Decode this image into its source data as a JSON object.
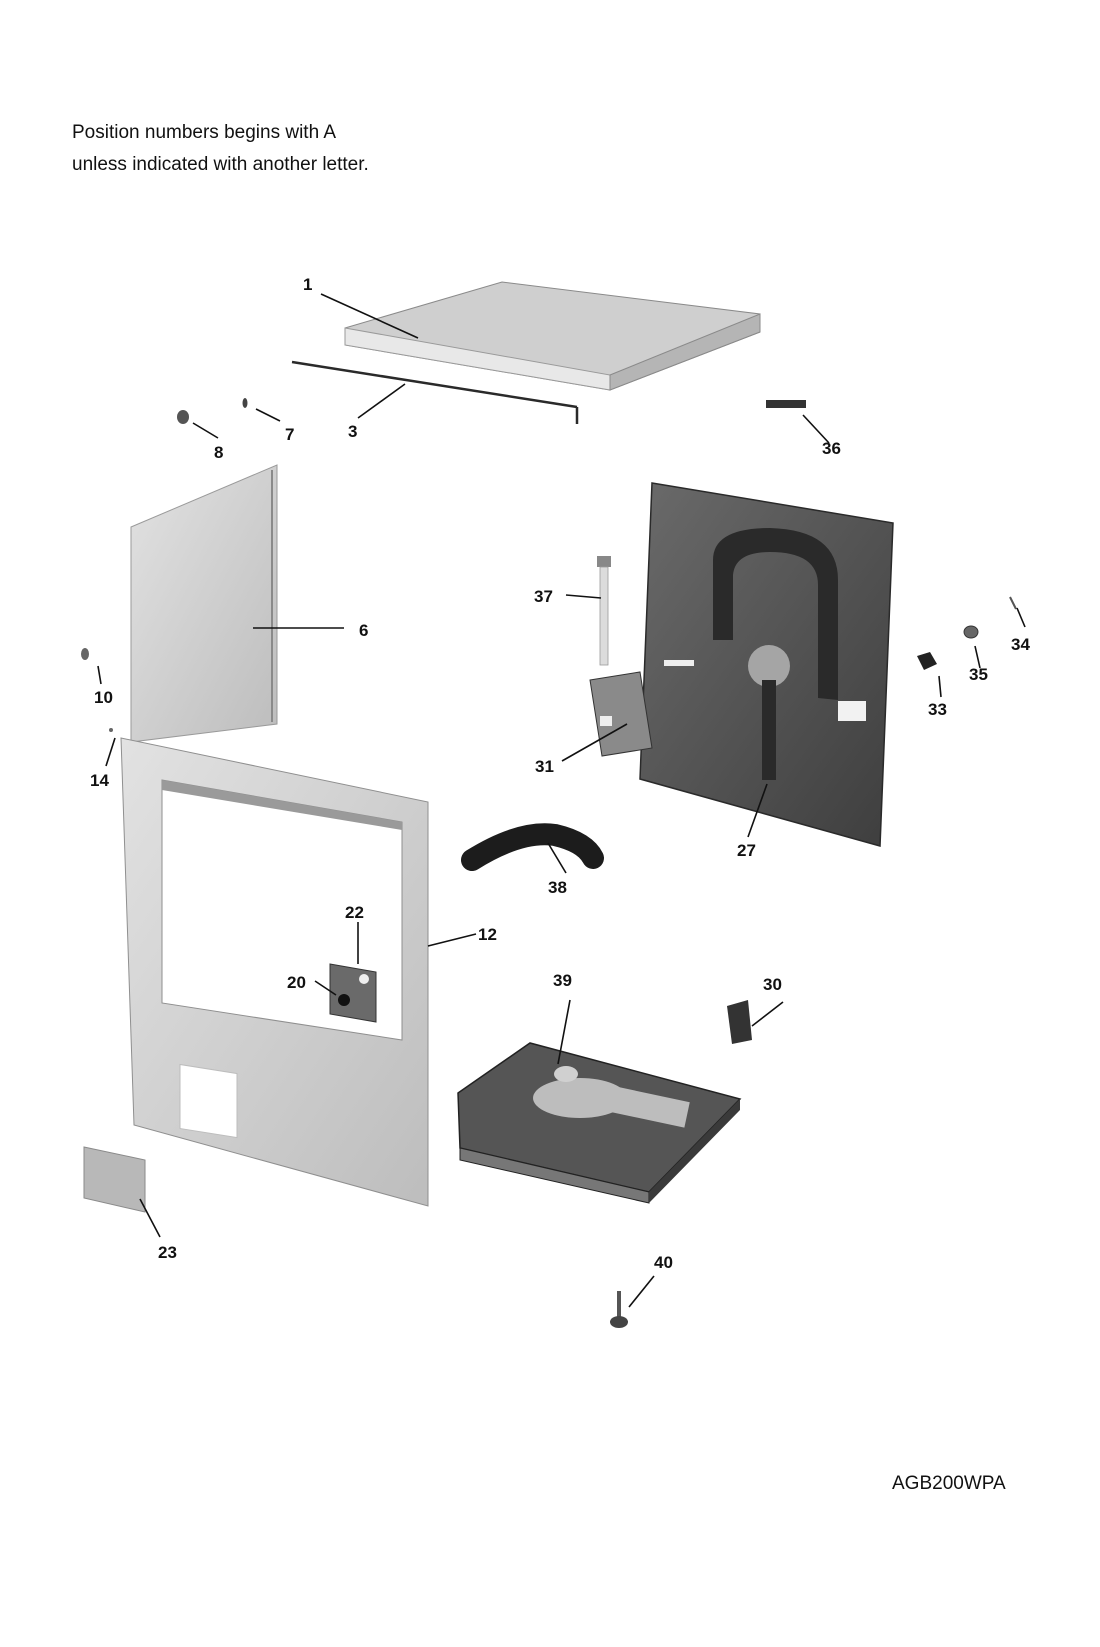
{
  "header": {
    "note_line1": "Position numbers begins with A",
    "note_line2": "unless indicated with another letter."
  },
  "footer": {
    "model": "AGB200WPA"
  },
  "callouts": {
    "p1": "1",
    "p3": "3",
    "p6": "6",
    "p7": "7",
    "p8": "8",
    "p10": "10",
    "p12": "12",
    "p14": "14",
    "p20": "20",
    "p22": "22",
    "p23": "23",
    "p27": "27",
    "p30": "30",
    "p31": "31",
    "p33": "33",
    "p34": "34",
    "p35": "35",
    "p36": "36",
    "p37": "37",
    "p38": "38",
    "p39": "39",
    "p40": "40"
  },
  "colors": {
    "panel_light": "#d4d4d4",
    "panel_mid": "#a8a8a8",
    "panel_dark": "#5a5a5a",
    "part_black": "#1c1c1c"
  }
}
